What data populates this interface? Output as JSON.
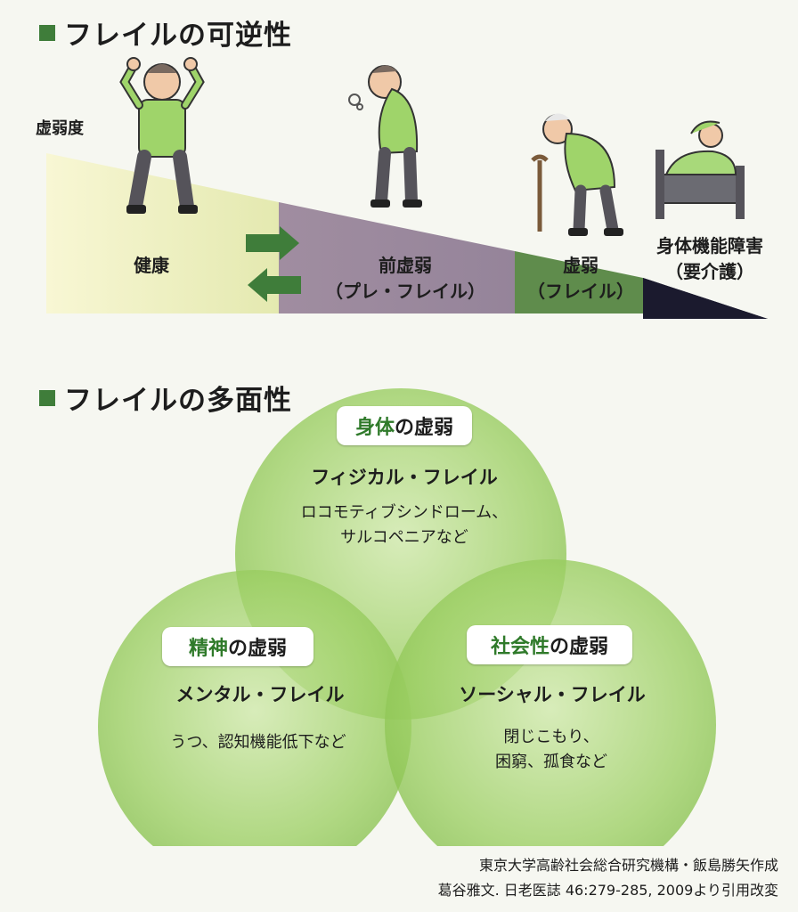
{
  "reversibility": {
    "title": "フレイルの可逆性",
    "axis_label": "虚弱度",
    "stages": [
      {
        "label": "健康",
        "sub": ""
      },
      {
        "label": "前虚弱",
        "sub": "（プレ・フレイル）"
      },
      {
        "label": "虚弱",
        "sub": "（フレイル）"
      },
      {
        "label": "身体機能障害",
        "sub": "（要介護）"
      }
    ],
    "colors": {
      "healthy_light": "#f8f7d4",
      "healthy_mid": "#e7ecb6",
      "pre_frail": "#9e8b9d",
      "frail": "#5f8c4c",
      "disabled": "#1b1a2e",
      "arrow": "#3f7d3a"
    }
  },
  "multifaceted": {
    "title": "フレイルの多面性",
    "physical": {
      "title_highlight": "身体",
      "title_rest": "の虚弱",
      "subtitle": "フィジカル・フレイル",
      "examples": [
        "ロコモティブシンドローム、",
        "サルコペニアなど"
      ]
    },
    "mental": {
      "title_highlight": "精神",
      "title_rest": "の虚弱",
      "subtitle": "メンタル・フレイル",
      "examples": [
        "うつ、認知機能低下など"
      ]
    },
    "social": {
      "title_highlight": "社会性",
      "title_rest": "の虚弱",
      "subtitle": "ソーシャル・フレイル",
      "examples": [
        "閉じこもり、",
        "困窮、孤食など"
      ]
    },
    "colors": {
      "circle": "#8cc54f",
      "circle_edge": "#c8e6a2",
      "highlight": "#2f7a2a"
    }
  },
  "credit": {
    "line1": "東京大学高齢社会総合研究機構・飯島勝矢作成",
    "line2": "葛谷雅文. 日老医誌 46:279-285, 2009より引用改変"
  }
}
